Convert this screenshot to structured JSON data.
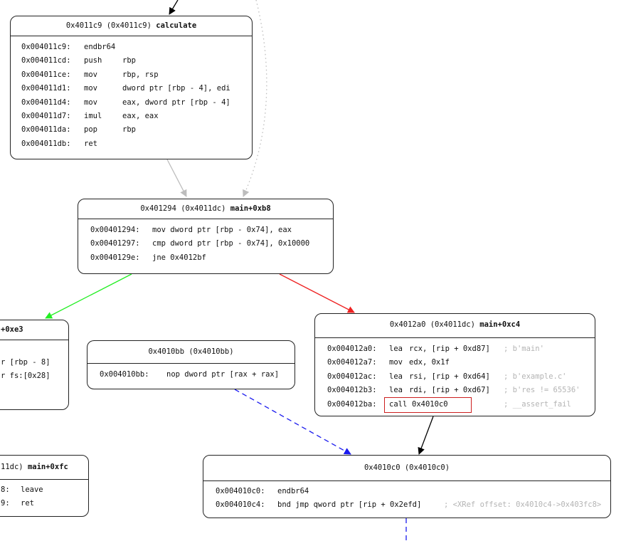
{
  "colors": {
    "border": "#222222",
    "edge_true": "#22ee22",
    "edge_false": "#ee2222",
    "edge_gray": "#bdbdbd",
    "edge_blue": "#1a1aee",
    "edge_black": "#000000",
    "comment": "#b4b4b4",
    "highlight": "#cc1f1f"
  },
  "nodes": {
    "calc": {
      "addr": "0x4011c9 (0x4011c9)",
      "name": "calculate",
      "rows": [
        {
          "a": "0x004011c9:",
          "m": "endbr64",
          "o": ""
        },
        {
          "a": "0x004011cd:",
          "m": "push",
          "o": "rbp"
        },
        {
          "a": "0x004011ce:",
          "m": "mov",
          "o": "rbp, rsp"
        },
        {
          "a": "0x004011d1:",
          "m": "mov",
          "o": "dword ptr [rbp - 4], edi"
        },
        {
          "a": "0x004011d4:",
          "m": "mov",
          "o": "eax, dword ptr [rbp - 4]"
        },
        {
          "a": "0x004011d7:",
          "m": "imul",
          "o": "eax, eax"
        },
        {
          "a": "0x004011da:",
          "m": "pop",
          "o": "rbp"
        },
        {
          "a": "0x004011db:",
          "m": "ret",
          "o": ""
        }
      ]
    },
    "main_b8": {
      "addr": "0x401294 (0x4011dc)",
      "name": "main+0xb8",
      "rows": [
        {
          "a": "0x00401294:",
          "i": "mov dword ptr [rbp - 0x74], eax"
        },
        {
          "a": "0x00401297:",
          "i": "cmp dword ptr [rbp - 0x74], 0x10000"
        },
        {
          "a": "0x0040129e:",
          "i": "jne 0x4012bf"
        }
      ]
    },
    "main_e3": {
      "name": "+0xe3",
      "rows": [
        "r [rbp - 8]",
        "r fs:[0x28]"
      ]
    },
    "n4010bb": {
      "addr": "0x4010bb (0x4010bb)",
      "rows": [
        {
          "a": "0x004010bb:",
          "i": "nop dword ptr [rax + rax]"
        }
      ]
    },
    "main_c4": {
      "addr": "0x4012a0 (0x4011dc)",
      "name": "main+0xc4",
      "rows": [
        {
          "a": "0x004012a0:",
          "m": "lea",
          "o": "rcx, [rip + 0xd87]",
          "c": "; b'main'"
        },
        {
          "a": "0x004012a7:",
          "m": "mov",
          "o": "edx, 0x1f",
          "c": ""
        },
        {
          "a": "0x004012ac:",
          "m": "lea",
          "o": "rsi, [rip + 0xd64]",
          "c": "; b'example.c'"
        },
        {
          "a": "0x004012b3:",
          "m": "lea",
          "o": "rdi, [rip + 0xd67]",
          "c": "; b'res != 65536'"
        },
        {
          "a": "0x004012ba:",
          "m": "call",
          "o": "0x4010c0",
          "c": "; __assert_fail"
        }
      ]
    },
    "main_fc": {
      "addr": "11dc)",
      "name": "main+0xfc",
      "rows": [
        {
          "a": "8:",
          "i": "leave"
        },
        {
          "a": "9:",
          "i": "ret"
        }
      ]
    },
    "n4010c0": {
      "addr": "0x4010c0 (0x4010c0)",
      "rows": [
        {
          "a": "0x004010c0:",
          "i": "endbr64",
          "c": ""
        },
        {
          "a": "0x004010c4:",
          "i": "bnd jmp qword ptr [rip + 0x2efd]",
          "c": "; <XRef offset: 0x4010c4->0x403fc8>"
        }
      ]
    }
  }
}
